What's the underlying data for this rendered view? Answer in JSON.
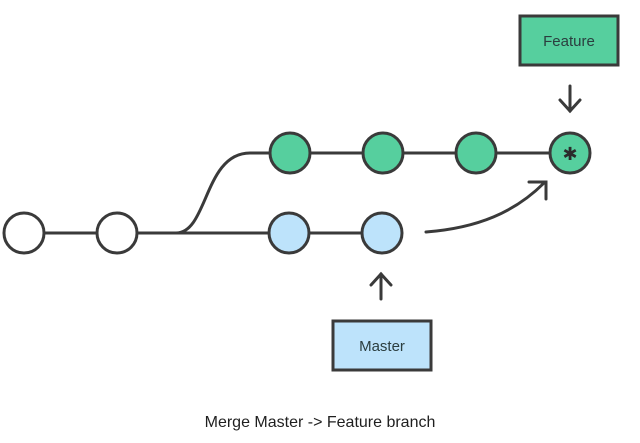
{
  "labels": {
    "feature": "Feature",
    "master": "Master"
  },
  "caption": "Merge Master -> Feature branch",
  "colors": {
    "line": "#3a3a3a",
    "green": "#56cf9e",
    "blue": "#bde3fb",
    "white": "#ffffff"
  },
  "merge_marker": "✱"
}
